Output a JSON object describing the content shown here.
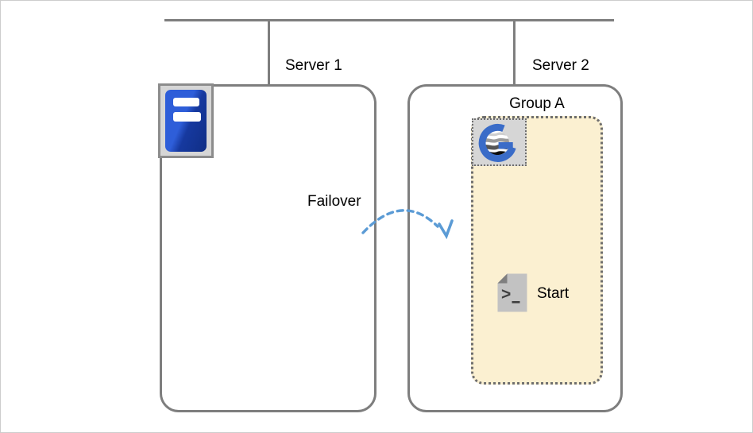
{
  "labels": {
    "server1": "Server 1",
    "server2": "Server 2",
    "group": "Group A",
    "failover": "Failover",
    "start": "Start"
  },
  "icons": {
    "tower": "server-tower-icon",
    "group_logo": "cluster-group-logo-icon",
    "script": "start-script-icon",
    "arrow": "failover-arrow-icon"
  },
  "colors": {
    "line_gray": "#7E7E7E",
    "dot_gray": "#6E6E6E",
    "canvas_border": "#CDCDCD",
    "text_color": "#000000",
    "group_fill": "#FBF0D1",
    "icon_bg": "#D6D6D6",
    "icon_border": "#8C8C8C",
    "tower_blue_light": "#2E5ED9",
    "tower_blue_mid": "#16399F",
    "tower_blue_dark": "#102E85",
    "logo_blue": "#3A6CC8",
    "arrow_blue": "#5B9BD5",
    "script_fill": "#C2C2C2",
    "script_fold": "#7F7F7F",
    "script_glyph": "#3F3F3F",
    "sphere_stripe_light": "#CFCFCF",
    "sphere_stripe_mid": "#9A9A9A",
    "sphere_stripe_dark": "#555555",
    "sphere_stripe_black": "#0D0D0D"
  }
}
